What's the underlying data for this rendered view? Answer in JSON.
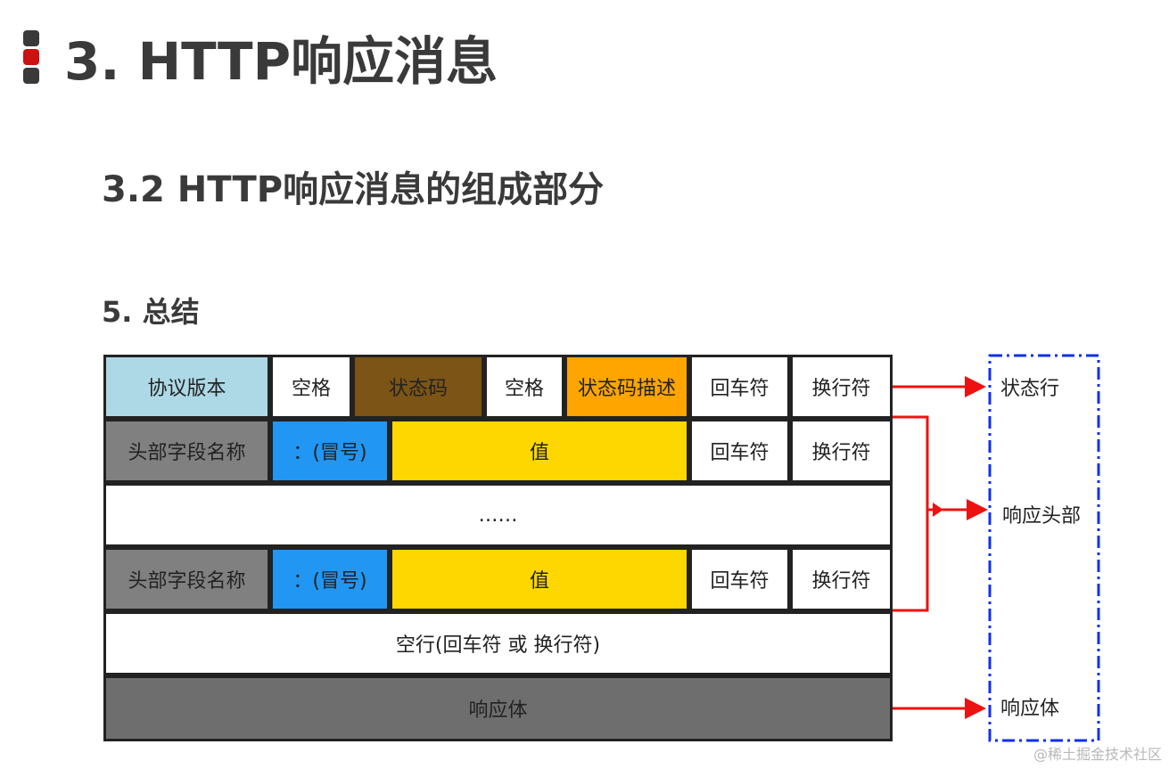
{
  "header": {
    "title": "3. HTTP响应消息",
    "subtitle": "3.2 HTTP响应消息的组成部分",
    "section": "5. 总结"
  },
  "diagram": {
    "status_line": {
      "protocol_version": "协议版本",
      "space_1": "空格",
      "status_code": "状态码",
      "space_2": "空格",
      "status_desc": "状态码描述",
      "cr": "回车符",
      "lf": "换行符"
    },
    "header_row_1": {
      "name": "头部字段名称",
      "colon": "：(冒号)",
      "value": "值",
      "cr": "回车符",
      "lf": "换行符"
    },
    "ellipsis": "……",
    "header_row_2": {
      "name": "头部字段名称",
      "colon": "：(冒号)",
      "value": "值",
      "cr": "回车符",
      "lf": "换行符"
    },
    "blank_line": "空行(回车符 或 换行符)",
    "body": "响应体",
    "labels": {
      "status_line": "状态行",
      "headers": "响应头部",
      "body": "响应体"
    }
  },
  "colors": {
    "protocol_version": "#add8e6",
    "status_code": "#7b5416",
    "status_desc": "#ffa500",
    "header_name": "#808080",
    "colon": "#2196f3",
    "value": "#ffd700",
    "body": "#6e6e6e",
    "arrow": "#ee1111",
    "bracket": "#1030ee",
    "logo_top": "#3a3a3a",
    "logo_mid": "#cc1111",
    "logo_bottom": "#3a3a3a"
  },
  "watermark": "@稀土掘金技术社区"
}
